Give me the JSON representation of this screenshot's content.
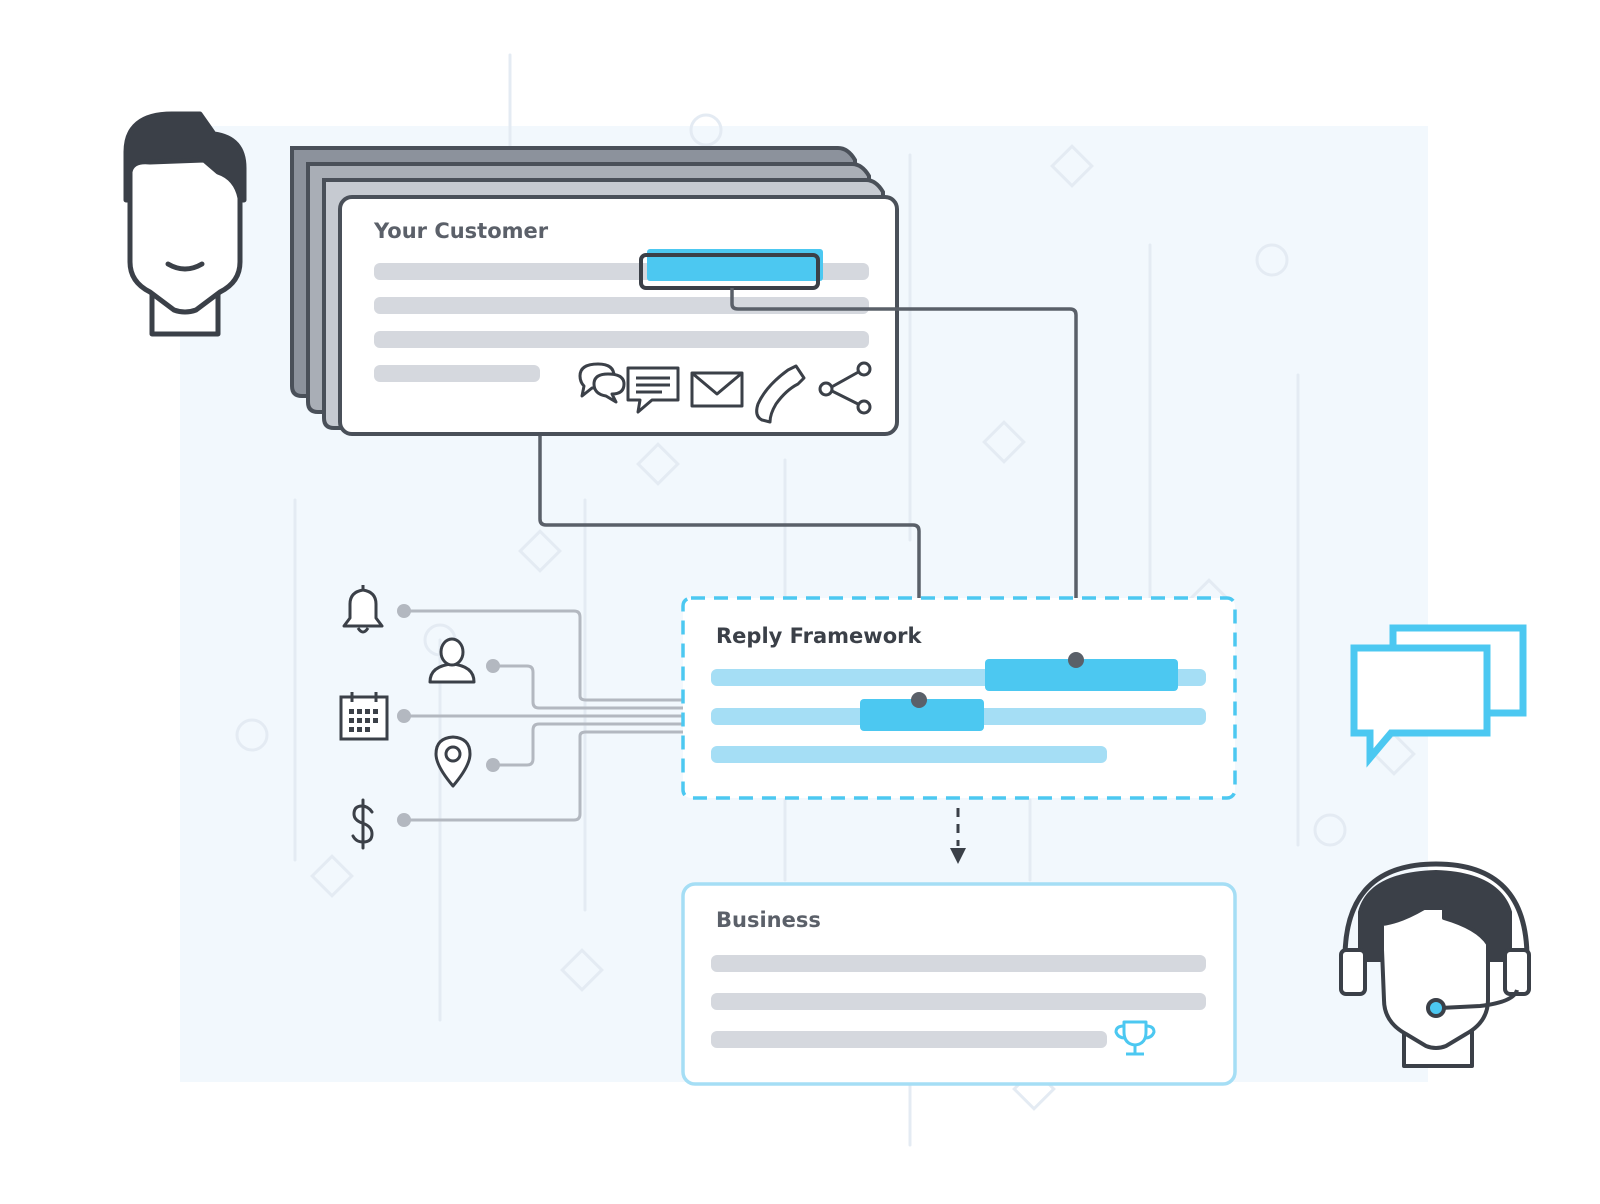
{
  "diagram": {
    "customer_card": {
      "title": "Your Customer"
    },
    "reply_framework": {
      "title": "Reply Framework"
    },
    "business_card": {
      "title": "Business"
    }
  },
  "colors": {
    "dark": "#3b4048",
    "stroke": "#4a5059",
    "accent": "#4cc8f1",
    "accent_light": "#a5def5",
    "bar_gray": "#d5d8de",
    "connector_gray": "#b3b8c0",
    "bg_panel": "#f2f8fd",
    "grid_line": "#e4ebf3"
  },
  "icons": {
    "customer_card": [
      "chat-bubbles-icon",
      "message-icon",
      "email-icon",
      "phone-icon",
      "share-icon"
    ],
    "inputs": [
      "bell-icon",
      "user-icon",
      "calendar-icon",
      "location-pin-icon",
      "dollar-icon"
    ],
    "people": [
      "customer-avatar-icon",
      "support-agent-avatar-icon"
    ],
    "decor": [
      "speech-bubbles-icon",
      "trophy-icon"
    ]
  }
}
